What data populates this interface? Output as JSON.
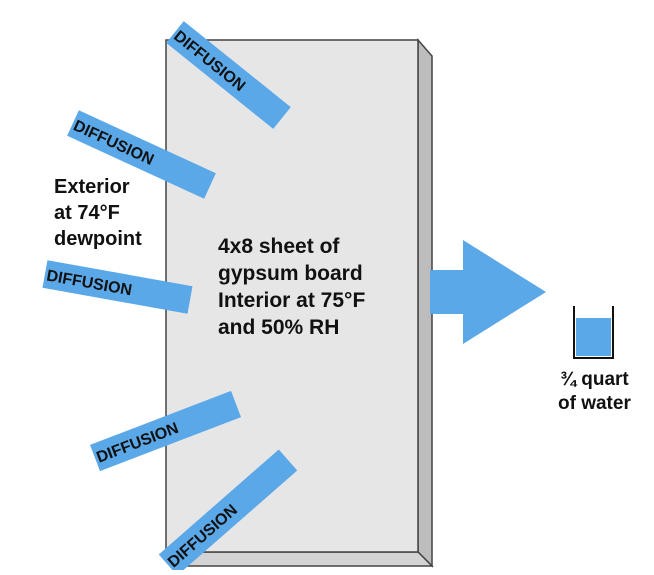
{
  "diffusion_label": "DIFFUSION",
  "exterior": {
    "lines": [
      "Exterior",
      "at 74°F",
      "dewpoint"
    ]
  },
  "board": {
    "lines": [
      "4x8 sheet of",
      "gypsum board",
      "Interior at 75°F",
      "and 50% RH"
    ]
  },
  "water": {
    "lines": [
      "¾ quart",
      "of water"
    ]
  },
  "colors": {
    "arrow": "#5aa8e8",
    "board_face": "#e6e6e6",
    "board_edge": "#bdbdbd",
    "water": "#5aa8e8",
    "text": "#111111"
  }
}
